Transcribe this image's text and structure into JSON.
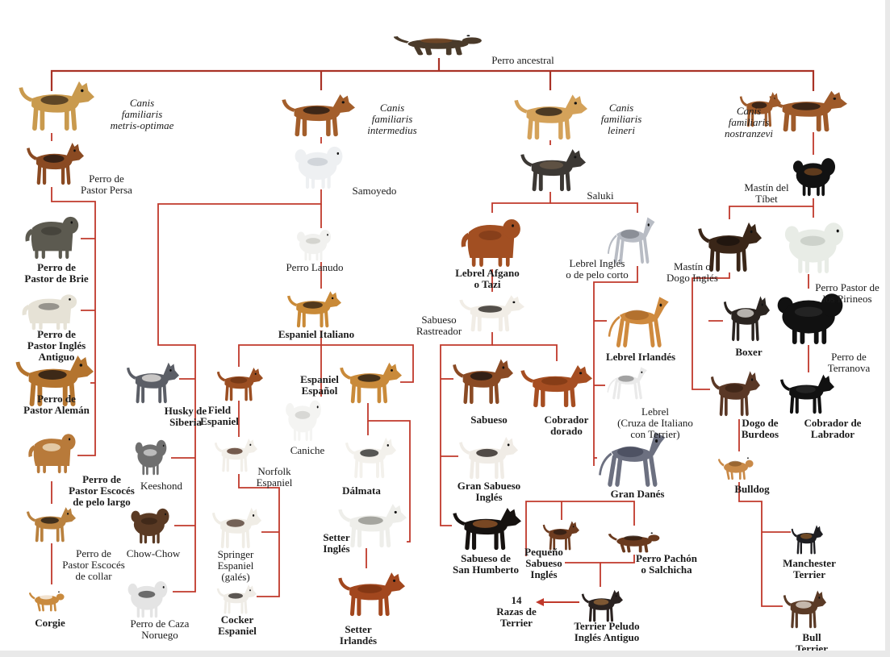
{
  "colors": {
    "link_red": "#c0392b",
    "root_line": "#a93226",
    "text": "#1b1b1b"
  },
  "nodes": {
    "ancestral": {
      "label": "Perro ancestral",
      "fur": "#4a3a2a",
      "mark": "#7a4a26"
    },
    "metris": {
      "label": "Canis\nfamiliaris\nmetris-optimae",
      "fur": "#c99a4e",
      "mark": "#3a2a1a"
    },
    "persa": {
      "label": "Perro de\nPastor Persa",
      "fur": "#8a4a22",
      "mark": "#1e1611"
    },
    "brie": {
      "label": "Perro de\nPastor de Brie",
      "fur": "#5c5a50",
      "mark": "#3f3d36"
    },
    "ingles_ant": {
      "label": "Perro de\nPastor Inglés\nAntiguo",
      "fur": "#e6e2d6",
      "mark": "#7c7a74"
    },
    "aleman": {
      "label": "Perro de\nPastor Alemán",
      "fur": "#b4742e",
      "mark": "#151010"
    },
    "escoces_largo": {
      "label": "Perro de\nPastor Escocés\nde pelo largo",
      "fur": "#b87a3a",
      "mark": "#f1e4c8"
    },
    "escoces_collar": {
      "label": "Perro de\nPastor Escocés\nde collar",
      "fur": "#b9813e",
      "mark": "#1a1512"
    },
    "corgie": {
      "label": "Corgie",
      "fur": "#c98a3e",
      "mark": "#ffffff"
    },
    "intermedius": {
      "label": "Canis\nfamiliaris\nintermedius",
      "fur": "#a35e2b",
      "mark": "#1c1512"
    },
    "samoyedo": {
      "label": "Samoyedo",
      "fur": "#eef0f2",
      "mark": "#c7ccd2"
    },
    "husky": {
      "label": "Husky de\nSiberia",
      "fur": "#5b5e66",
      "mark": "#eceae6"
    },
    "keeshond": {
      "label": "Keeshond",
      "fur": "#6f6f6f",
      "mark": "#d6d6d6"
    },
    "chow": {
      "label": "Chow-Chow",
      "fur": "#5a3a24",
      "mark": "#3a2416"
    },
    "caza_noruego": {
      "label": "Perro de Caza\nNoruego",
      "fur": "#e4e4e4",
      "mark": "#444444"
    },
    "lanudo": {
      "label": "Perro Lanudo",
      "fur": "#f1f1ef",
      "mark": "#c9c9c4"
    },
    "esp_italiano": {
      "label": "Espaniel Italiano",
      "fur": "#c98a38",
      "mark": "#2a1d14"
    },
    "field": {
      "label": "Field\nEspaniel",
      "fur": "#9b4e22",
      "mark": "#6e3414"
    },
    "norfolk": {
      "label": "Norfolk\nEspaniel",
      "fur": "#f2efe9",
      "mark": "#4a2a1a"
    },
    "springer": {
      "label": "Springer\nEspaniel\n(galés)",
      "fur": "#f0ede6",
      "mark": "#4a3226"
    },
    "cocker": {
      "label": "Cocker\nEspaniel",
      "fur": "#efece6",
      "mark": "#2a2420"
    },
    "esp_espanol": {
      "label": "Espaniel\nEspañol",
      "fur": "#c98a3a",
      "mark": "#1a1410"
    },
    "caniche": {
      "label": "Caniche",
      "fur": "#f4f4f2",
      "mark": "#cfcfcb"
    },
    "dalmata": {
      "label": "Dálmata",
      "fur": "#f3f1ec",
      "mark": "#222222"
    },
    "setter_ingles": {
      "label": "Setter\nInglés",
      "fur": "#eeeeea",
      "mark": "#8c8c86"
    },
    "setter_irlandes": {
      "label": "Setter\nIrlandés",
      "fur": "#a2471e",
      "mark": "#7a3212"
    },
    "leineri": {
      "label": "Canis\nfamiliaris\nleineri",
      "fur": "#d4a25a",
      "mark": "#1f1712"
    },
    "saluki": {
      "label": "Saluki",
      "fur": "#3c3834",
      "mark": "#6a5a48"
    },
    "afgano": {
      "label": "Lebrel Afgano\no Tazi",
      "fur": "#a24f22",
      "mark": "#7e3a18"
    },
    "lebrel_corto": {
      "label": "Lebrel Inglés\no de pelo corto",
      "fur": "#b8bcc4",
      "mark": "#7c8088"
    },
    "rastreador": {
      "label": "Sabueso\nRastreador",
      "fur": "#f1ede6",
      "mark": "#1e1a16"
    },
    "sabueso": {
      "label": "Sabueso",
      "fur": "#8a4a24",
      "mark": "#161210"
    },
    "cobrador_dorado": {
      "label": "Cobrador\ndorado",
      "fur": "#a64e22",
      "mark": "#7c3814"
    },
    "gran_sabueso": {
      "label": "Gran Sabueso\nInglés",
      "fur": "#f0ece6",
      "mark": "#1c1612"
    },
    "san_humberto": {
      "label": "Sabueso de\nSan Humberto",
      "fur": "#161210",
      "mark": "#9a5a2a"
    },
    "peq_sabueso": {
      "label": "Pequeño\nSabueso\nInglés",
      "fur": "#6e3c20",
      "mark": "#2a1a12"
    },
    "pachon": {
      "label": "Perro Pachón\no Salchicha",
      "fur": "#6a3a1e",
      "mark": "#2e1c12"
    },
    "lebrel_irlandes": {
      "label": "Lebrel Irlandés",
      "fur": "#cf8a3e",
      "mark": "#a9682a"
    },
    "lebrel_cruza": {
      "label": "Lebrel\n(Cruza de Italiano\ncon Terrier)",
      "fur": "#eaeaea",
      "mark": "#8a8a8a"
    },
    "gran_danes": {
      "label": "Gran Danés",
      "fur": "#6c7080",
      "mark": "#44485a"
    },
    "terrier_peludo": {
      "label": "Terrier Peludo\nInglés Antiguo",
      "fur": "#2a2220",
      "mark": "#9a6a3a"
    },
    "razas_terrier": {
      "label": "14\nRazas de\nTerrier"
    },
    "nostranzevi": {
      "label": "Canis\nfamiliaris\nnostranzevi",
      "fur": "#9e5a2a",
      "mark": "#1b1410"
    },
    "tibet": {
      "label": "Mastín del\nTíbet",
      "fur": "#121212",
      "mark": "#7a4a22"
    },
    "mastin_ingles": {
      "label": "Mastín o\nDogo Inglés",
      "fur": "#3a2618",
      "mark": "#1a120c"
    },
    "pastor_pirineos": {
      "label": "Perro Pastor de\nlos Pirineos",
      "fur": "#e8ece6",
      "mark": "#c4cac2"
    },
    "boxer": {
      "label": "Boxer",
      "fur": "#2a2420",
      "mark": "#e6e2dc"
    },
    "terranova": {
      "label": "Perro de\nTerranova",
      "fur": "#111111",
      "mark": "#2a2a2a"
    },
    "dogo_burdeos": {
      "label": "Dogo de\nBurdeos",
      "fur": "#5a3826",
      "mark": "#3a2214"
    },
    "cobrador_labrador": {
      "label": "Cobrador de\nLabrador",
      "fur": "#111111",
      "mark": "#2a2a2a"
    },
    "bulldog": {
      "label": "Bulldog",
      "fur": "#c98a48",
      "mark": "#8a5a2a"
    },
    "manchester": {
      "label": "Manchester\nTerrier",
      "fur": "#1e1e22",
      "mark": "#8a5a2a"
    },
    "bull_terrier": {
      "label": "Bull\nTerrier",
      "fur": "#5a3a26",
      "mark": "#e8e2da"
    }
  }
}
